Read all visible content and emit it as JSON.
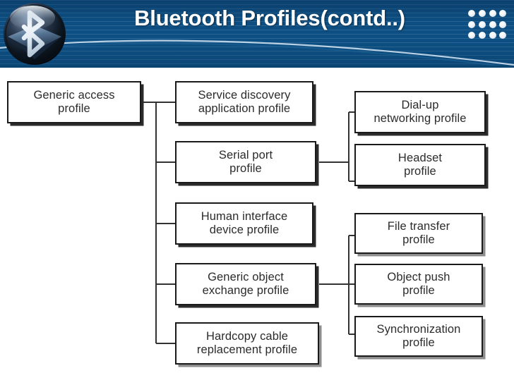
{
  "header": {
    "title": "Bluetooth Profiles(contd..)",
    "logo_icon": "bluetooth-logo-icon",
    "decor_icon": "dot-grid-icon",
    "background_color": "#0d4f83",
    "title_color": "#ffffff",
    "arc_color": "#bcd3e6",
    "dot_count": 12
  },
  "diagram": {
    "type": "hierarchy-tree",
    "root": {
      "id": "generic-access",
      "label": "Generic access\nprofile"
    },
    "nodes": [
      {
        "id": "generic-access",
        "label_line1": "Generic access",
        "label_line2": "profile",
        "column": 1,
        "row": 1
      },
      {
        "id": "service-discovery",
        "label_line1": "Service discovery",
        "label_line2": "application profile",
        "column": 2,
        "row": 1
      },
      {
        "id": "serial-port",
        "label_line1": "Serial port",
        "label_line2": "profile",
        "column": 2,
        "row": 2
      },
      {
        "id": "human-interface",
        "label_line1": "Human interface",
        "label_line2": "device profile",
        "column": 2,
        "row": 3
      },
      {
        "id": "generic-object-exchange",
        "label_line1": "Generic object",
        "label_line2": "exchange profile",
        "column": 2,
        "row": 4
      },
      {
        "id": "hardcopy-cable",
        "label_line1": "Hardcopy cable",
        "label_line2": "replacement profile",
        "column": 2,
        "row": 5
      },
      {
        "id": "dial-up-networking",
        "label_line1": "Dial-up",
        "label_line2": "networking profile",
        "column": 3,
        "row": 1
      },
      {
        "id": "headset",
        "label_line1": "Headset",
        "label_line2": "profile",
        "column": 3,
        "row": 2
      },
      {
        "id": "file-transfer",
        "label_line1": "File transfer",
        "label_line2": "profile",
        "column": 3,
        "row": 3
      },
      {
        "id": "object-push",
        "label_line1": "Object push",
        "label_line2": "profile",
        "column": 3,
        "row": 4
      },
      {
        "id": "synchronization",
        "label_line1": "Synchronization",
        "label_line2": "profile",
        "column": 3,
        "row": 5
      }
    ],
    "edges": [
      {
        "from": "generic-access",
        "to": "service-discovery"
      },
      {
        "from": "generic-access",
        "to": "serial-port"
      },
      {
        "from": "generic-access",
        "to": "human-interface"
      },
      {
        "from": "generic-access",
        "to": "generic-object-exchange"
      },
      {
        "from": "generic-access",
        "to": "hardcopy-cable"
      },
      {
        "from": "serial-port",
        "to": "dial-up-networking"
      },
      {
        "from": "serial-port",
        "to": "headset"
      },
      {
        "from": "generic-object-exchange",
        "to": "file-transfer"
      },
      {
        "from": "generic-object-exchange",
        "to": "object-push"
      },
      {
        "from": "generic-object-exchange",
        "to": "synchronization"
      }
    ],
    "line_color": "#333333",
    "box_border_color": "#1a1a1a",
    "box_fill_color": "#ffffff"
  }
}
